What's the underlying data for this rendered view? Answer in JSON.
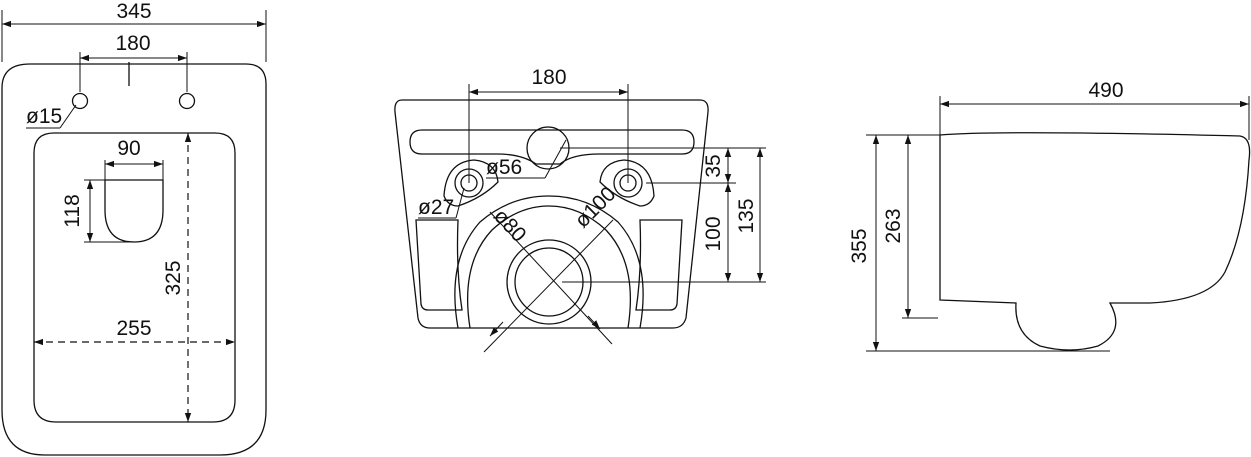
{
  "top_view": {
    "width": "345",
    "hole_spacing": "180",
    "hole_dia": "ø15",
    "outlet_width": "90",
    "outlet_length": "118",
    "inner_length": "325",
    "inner_width": "255"
  },
  "back_view": {
    "bolt_spacing": "180",
    "bolt_hole": "ø27",
    "water_inlet": "ø56",
    "waste_small": "ø80",
    "waste_large": "ø100",
    "inlet_offset": "35",
    "bolt_to_waste": "100",
    "inlet_to_waste": "135"
  },
  "side_view": {
    "depth": "490",
    "height": "355",
    "bolt_height": "263"
  }
}
